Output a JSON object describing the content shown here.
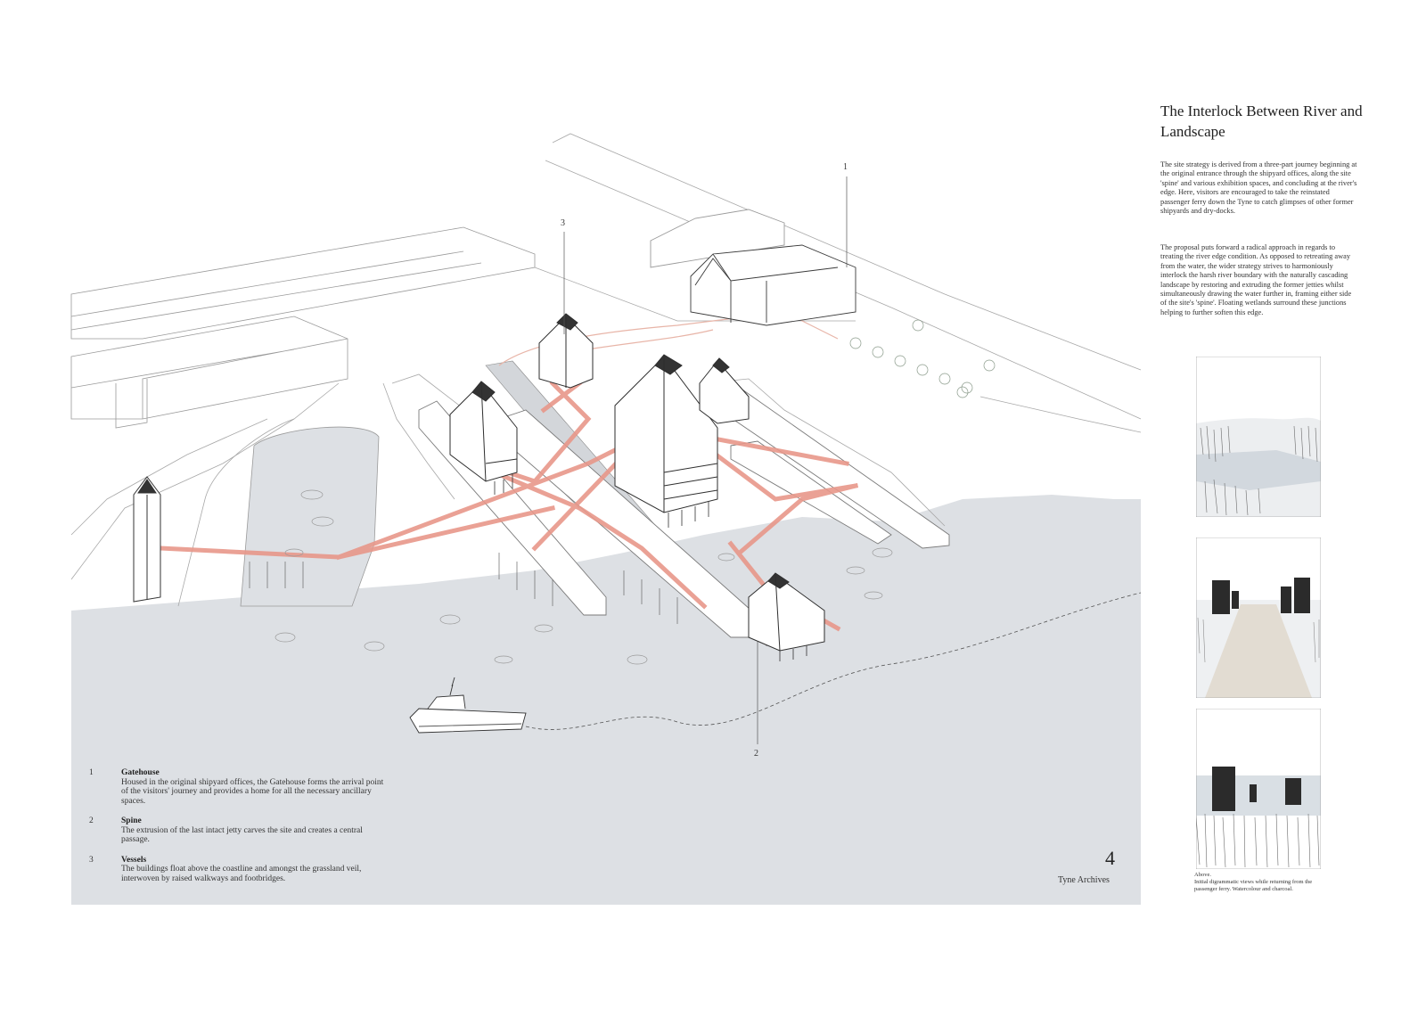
{
  "panel": {
    "title": "The Interlock Between River and Landscape",
    "paragraphs": [
      "The site strategy is derived from a three-part journey beginning at the original entrance through the shipyard offices, along the site 'spine' and various exhibition spaces, and concluding at the river's edge. Here, visitors are encouraged to take the reinstated passenger ferry down the Tyne to catch glimpses of other former shipyards and dry-docks.",
      "The proposal puts forward a radical approach in regards to treating the river edge condition. As opposed to retreating away from the water, the wider strategy strives to harmoniously interlock the harsh river boundary with the naturally cascading landscape by restoring and extruding the former jetties whilst simultaneously drawing the water further in, framing either side of the site's 'spine'. Floating wetlands surround these junctions helping to further soften this edge."
    ],
    "caption_head": "Above.",
    "caption_body": "Initial digrammatic views while returning from the passenger ferry. Watercolour and charcoal."
  },
  "callouts": {
    "c1": "1",
    "c2": "2",
    "c3": "3"
  },
  "legend": [
    {
      "num": "1",
      "heading": "Gatehouse",
      "text": "Housed in the original shipyard offices, the Gatehouse forms the arrival point of the visitors' journey and provides a home for all the necessary ancillary spaces."
    },
    {
      "num": "2",
      "heading": "Spine",
      "text": "The extrusion of the last intact jetty carves the site and creates a central passage."
    },
    {
      "num": "3",
      "heading": "Vessels",
      "text": "The buildings float above the coastline and amongst the grassland veil, interwoven by raised walkways and footbridges."
    }
  ],
  "footer": {
    "page_number": "4",
    "project": "Tyne Archives"
  },
  "colors": {
    "water": "#dde0e4",
    "walkway": "#e8978a",
    "linework": "#8a8a8a",
    "building": "#555555"
  }
}
